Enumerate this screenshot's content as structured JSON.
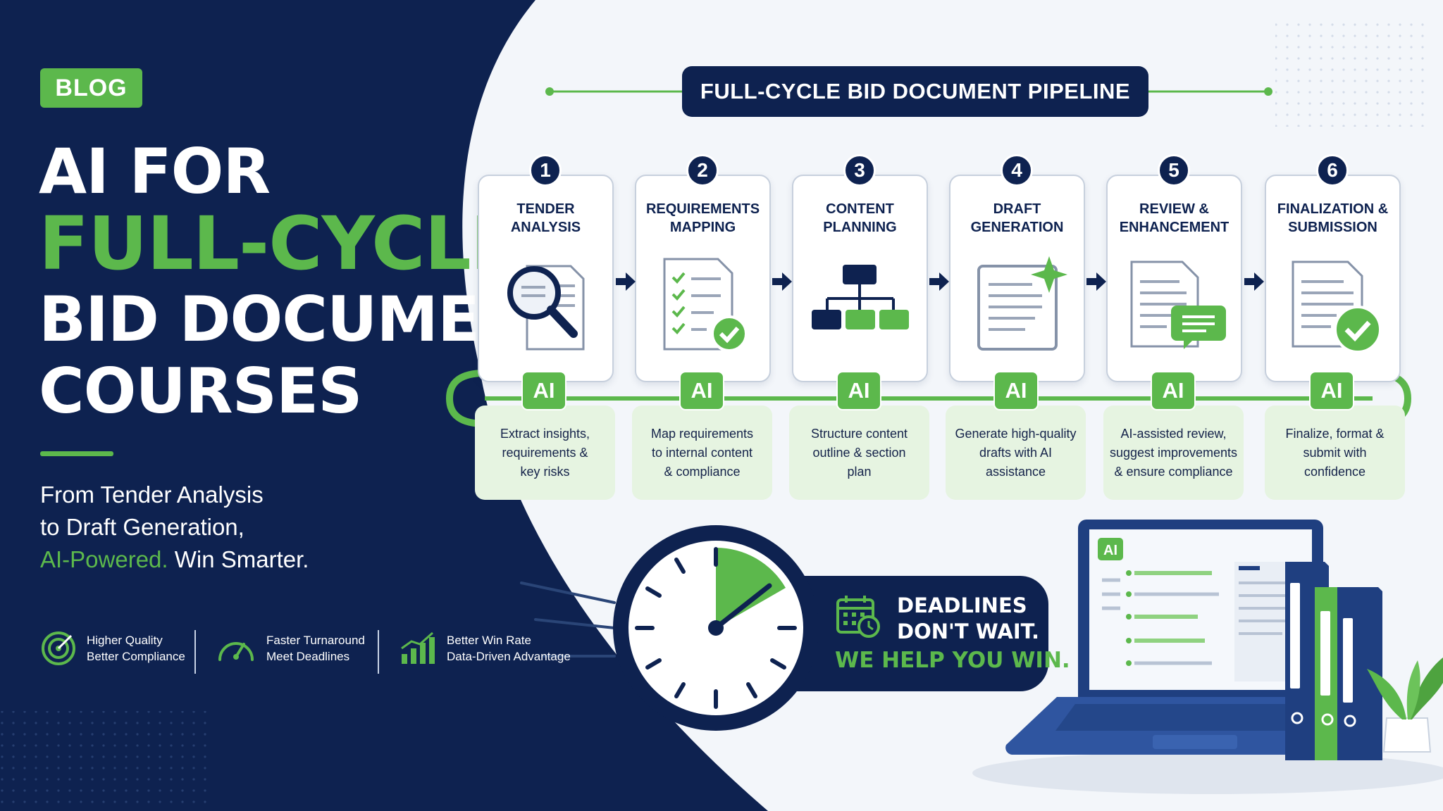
{
  "blog_label": "BLOG",
  "hero": {
    "line1": "AI FOR",
    "line2": "FULL-CYCLE",
    "line3": "BID DOCUMENT",
    "line4": "COURSES"
  },
  "subtitle": {
    "line1": "From Tender Analysis",
    "line2": "to Draft Generation,",
    "line3_highlight": "AI-Powered.",
    "line3_rest": " Win Smarter."
  },
  "features": [
    {
      "title": "Higher Quality",
      "subtitle": "Better Compliance",
      "icon": "target-icon"
    },
    {
      "title": "Faster Turnaround",
      "subtitle": "Meet Deadlines",
      "icon": "speedometer-icon"
    },
    {
      "title": "Better Win Rate",
      "subtitle": "Data-Driven Advantage",
      "icon": "growth-chart-icon"
    }
  ],
  "pipeline": {
    "title": "FULL-CYCLE BID DOCUMENT PIPELINE",
    "ai_label": "AI",
    "steps": [
      {
        "number": "1",
        "title_line1": "TENDER",
        "title_line2": "ANALYSIS",
        "icon": "magnifier-document-icon",
        "desc_line1": "Extract insights,",
        "desc_line2": "requirements &",
        "desc_line3": "key risks"
      },
      {
        "number": "2",
        "title_line1": "REQUIREMENTS",
        "title_line2": "MAPPING",
        "icon": "checklist-icon",
        "desc_line1": "Map requirements",
        "desc_line2": "to internal content",
        "desc_line3": "& compliance"
      },
      {
        "number": "3",
        "title_line1": "CONTENT",
        "title_line2": "PLANNING",
        "icon": "hierarchy-icon",
        "desc_line1": "Structure content",
        "desc_line2": "outline & section",
        "desc_line3": "plan"
      },
      {
        "number": "4",
        "title_line1": "DRAFT",
        "title_line2": "GENERATION",
        "icon": "sparkle-document-icon",
        "desc_line1": "Generate high-quality",
        "desc_line2": "drafts with AI",
        "desc_line3": "assistance"
      },
      {
        "number": "5",
        "title_line1": "REVIEW &",
        "title_line2": "ENHANCEMENT",
        "icon": "comment-document-icon",
        "desc_line1": "AI-assisted review,",
        "desc_line2": "suggest improvements",
        "desc_line3": "& ensure compliance"
      },
      {
        "number": "6",
        "title_line1": "FINALIZATION &",
        "title_line2": "SUBMISSION",
        "icon": "approved-document-icon",
        "desc_line1": "Finalize, format &",
        "desc_line2": "submit with",
        "desc_line3": "confidence"
      }
    ]
  },
  "deadline": {
    "line1": "DEADLINES",
    "line2": "DON'T WAIT.",
    "line3": "WE HELP YOU WIN."
  },
  "laptop_screen_label": "AI",
  "colors": {
    "navy": "#0e2250",
    "green": "#5cb84c",
    "light_green": "#e6f4e1",
    "light_bg": "#f3f6fa"
  }
}
